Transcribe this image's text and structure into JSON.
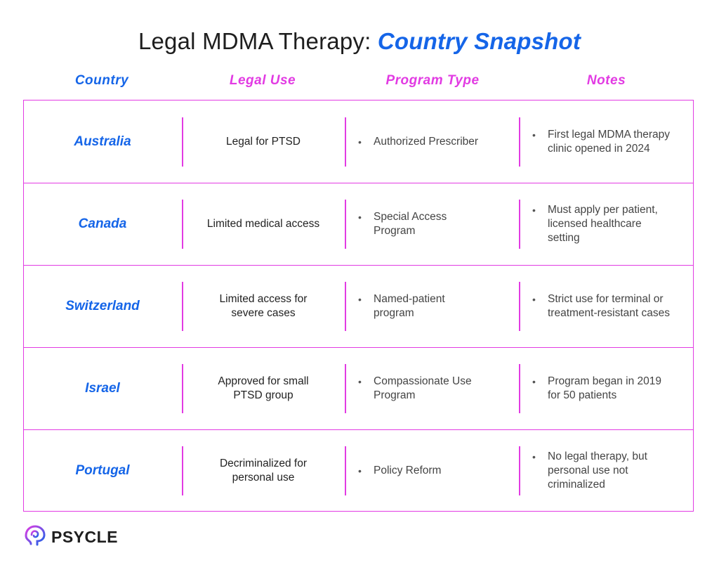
{
  "title": {
    "plain": "Legal MDMA Therapy:",
    "accent": "Country Snapshot"
  },
  "headers": {
    "country": "Country",
    "legal_use": "Legal Use",
    "program_type": "Program Type",
    "notes": "Notes"
  },
  "colors": {
    "blue_accent": "#1565e8",
    "magenta_accent": "#e23be3",
    "text_dark": "#222222"
  },
  "rows": [
    {
      "country": "Australia",
      "legal_use": "Legal for PTSD",
      "program_type": "Authorized Prescriber",
      "notes": "First legal MDMA therapy clinic opened in 2024"
    },
    {
      "country": "Canada",
      "legal_use": "Limited medical access",
      "program_type": "Special Access Program",
      "notes": "Must apply per patient, licensed healthcare setting"
    },
    {
      "country": "Switzerland",
      "legal_use": "Limited access for severe cases",
      "program_type": "Named-patient program",
      "notes": "Strict use for terminal or treatment-resistant cases"
    },
    {
      "country": "Israel",
      "legal_use": "Approved for small PTSD group",
      "program_type": "Compassionate Use Program",
      "notes": "Program began in 2019 for 50 patients"
    },
    {
      "country": "Portugal",
      "legal_use": "Decriminalized for personal use",
      "program_type": "Policy Reform",
      "notes": "No legal therapy, but personal use not criminalized"
    }
  ],
  "bullet_symbol": "•",
  "logo": {
    "text": "PSYCLE",
    "icon": "brain-logo-icon"
  }
}
